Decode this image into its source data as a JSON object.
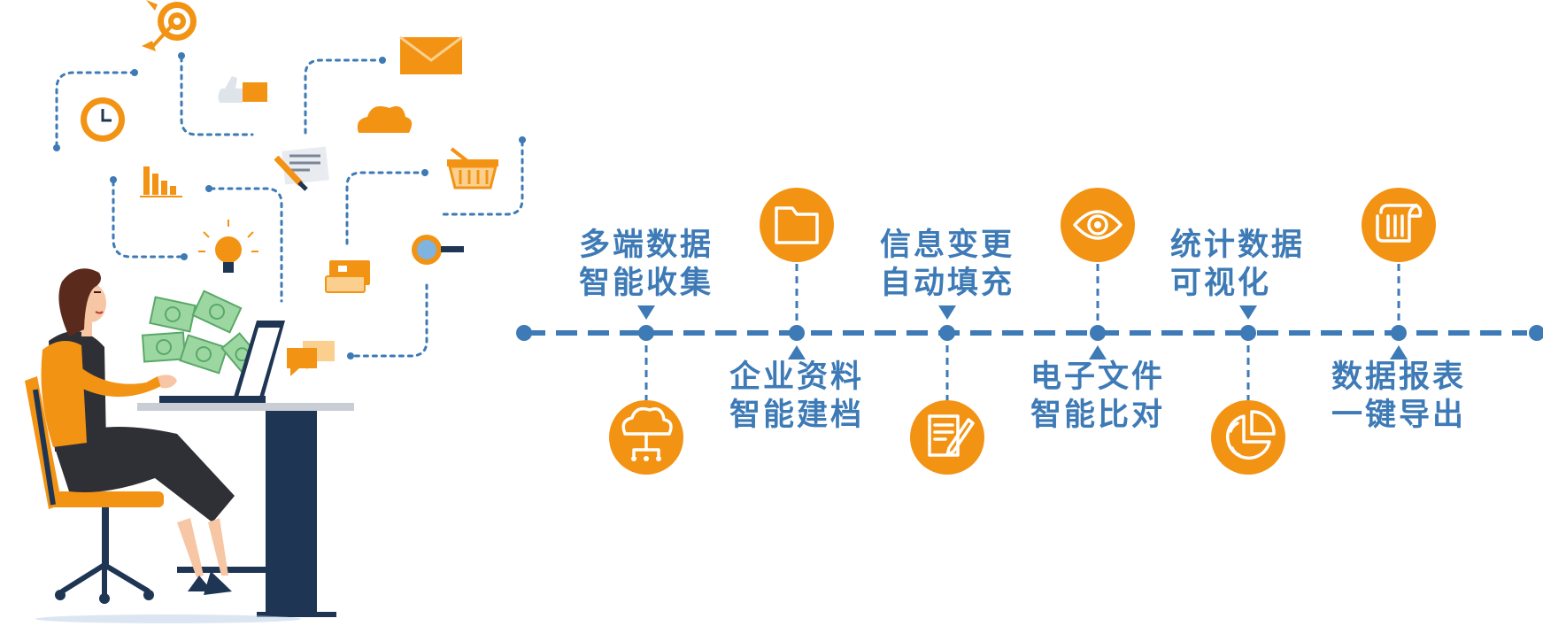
{
  "colors": {
    "accent": "#f39314",
    "timeline_blue": "#3d7ab6",
    "navy": "#1e3553",
    "skin": "#f7c6a4",
    "hair": "#5a2a1c",
    "money_green": "#9cd7a2"
  },
  "timeline": {
    "steps": [
      {
        "id": "multi-source-collection",
        "lines": [
          "多端数据",
          "智能收集"
        ],
        "icon": "cloud-network-icon",
        "position": "above"
      },
      {
        "id": "enterprise-archive",
        "lines": [
          "企业资料",
          "智能建档"
        ],
        "icon": "folder-icon",
        "position": "below"
      },
      {
        "id": "auto-fill",
        "lines": [
          "信息变更",
          "自动填充"
        ],
        "icon": "document-edit-icon",
        "position": "above"
      },
      {
        "id": "file-compare",
        "lines": [
          "电子文件",
          "智能比对"
        ],
        "icon": "eye-icon",
        "position": "below"
      },
      {
        "id": "statistics-visual",
        "lines": [
          "统计数据",
          "可视化"
        ],
        "icon": "pie-chart-icon",
        "position": "above"
      },
      {
        "id": "report-export",
        "lines": [
          "数据报表",
          "一键导出"
        ],
        "icon": "scroll-icon",
        "position": "below"
      }
    ]
  },
  "illustration": {
    "floating_icons": [
      "target-icon",
      "envelope-icon",
      "thumbs-up-icon",
      "cloud-icon",
      "clock-icon",
      "newspaper-icon",
      "basket-icon",
      "bar-chart-icon",
      "lightbulb-icon",
      "credit-card-icon",
      "magnifier-icon",
      "chat-bubble-icon",
      "banknote-icon"
    ]
  }
}
